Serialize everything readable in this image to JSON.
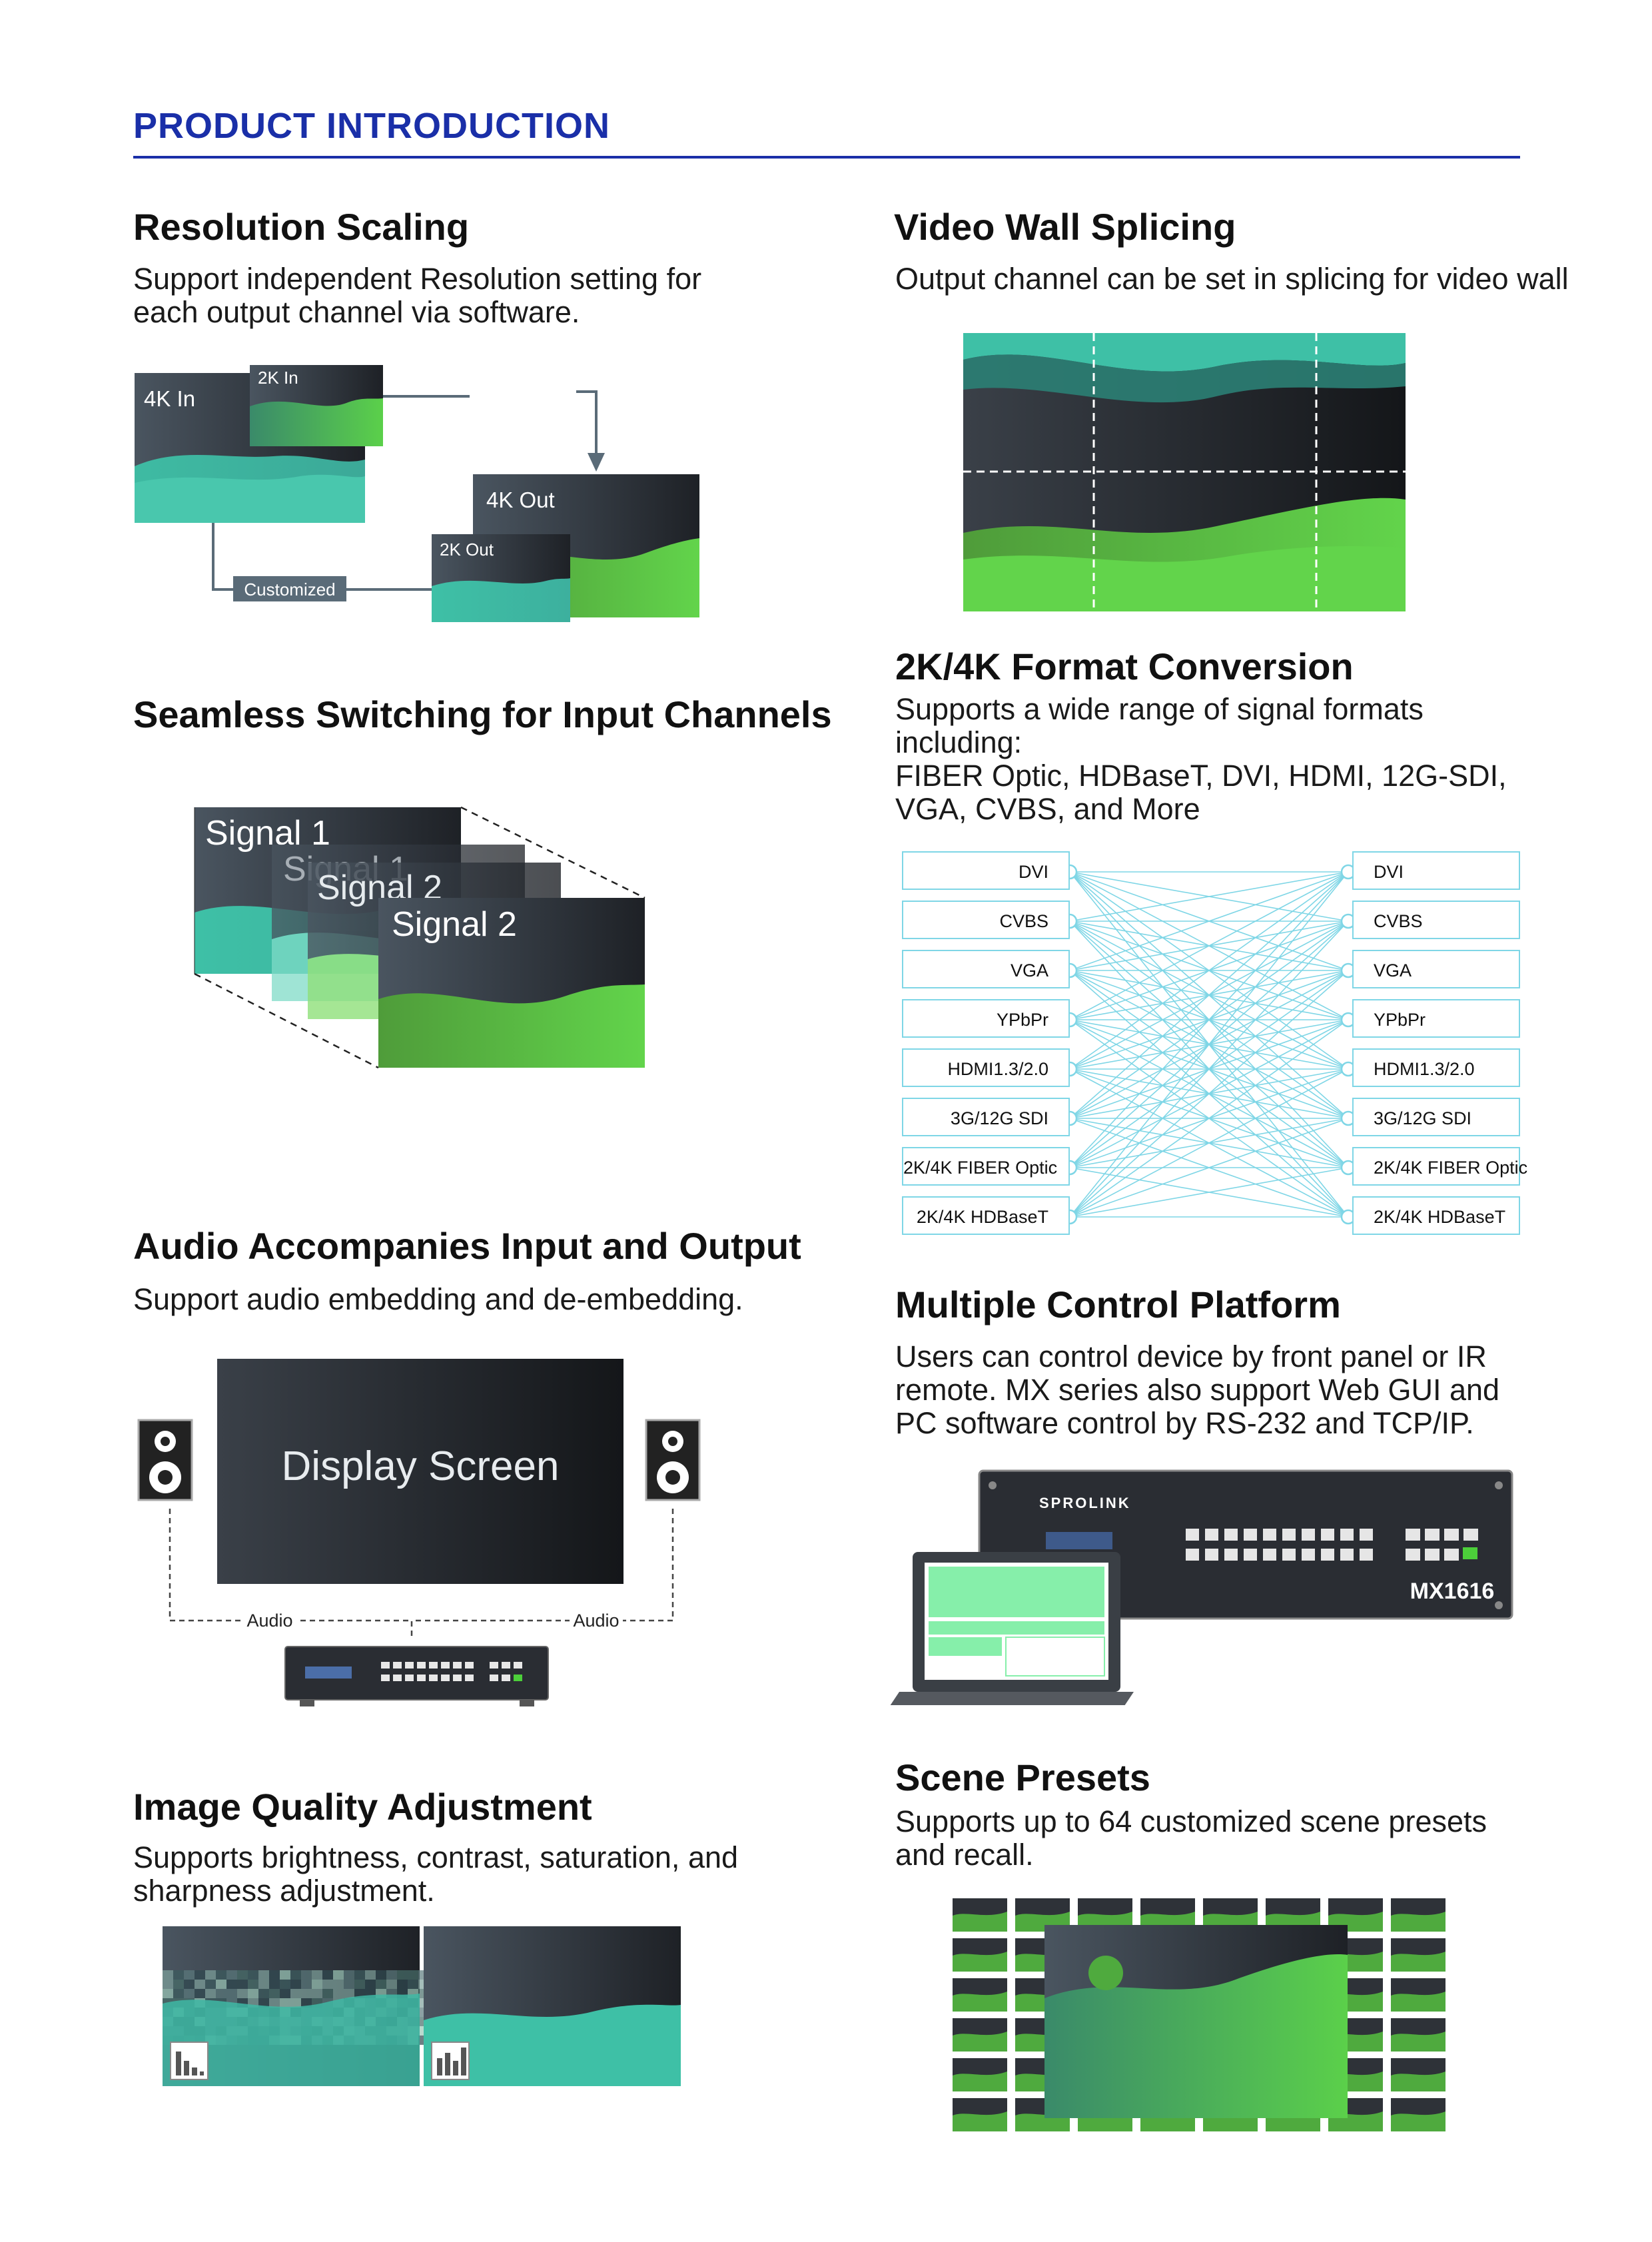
{
  "page": {
    "title": "PRODUCT INTRODUCTION"
  },
  "colors": {
    "accent": "#1a2fa8",
    "teal": "#3fbfa6",
    "green": "#5bd04a",
    "dark": "#2e3238"
  },
  "sections": {
    "resolution": {
      "title": "Resolution Scaling",
      "desc": [
        "Support independent Resolution setting for",
        "each output channel via software."
      ],
      "labels": {
        "in4k": "4K In",
        "in2k": "2K In",
        "out4k": "4K Out",
        "out2k": "2K Out",
        "custom": "Customized"
      }
    },
    "videowall": {
      "title": "Video Wall Splicing",
      "desc": [
        "Output channel can be set in splicing for video wall"
      ]
    },
    "seamless": {
      "title": "Seamless Switching for Input Channels",
      "signals": [
        "Signal 1",
        "Signal 1",
        "Signal 2",
        "Signal 2"
      ]
    },
    "format": {
      "title": "2K/4K Format Conversion",
      "desc": [
        "Supports a wide range of signal formats",
        "including:",
        "FIBER Optic, HDBaseT, DVI, HDMI, 12G-SDI,",
        "VGA, CVBS, and More"
      ],
      "inputs": [
        "DVI",
        "CVBS",
        "VGA",
        "YPbPr",
        "HDMI1.3/2.0",
        "3G/12G SDI",
        "2K/4K FIBER Optic",
        "2K/4K HDBaseT"
      ],
      "outputs": [
        "DVI",
        "CVBS",
        "VGA",
        "YPbPr",
        "HDMI1.3/2.0",
        "3G/12G SDI",
        "2K/4K FIBER Optic",
        "2K/4K HDBaseT"
      ]
    },
    "audio": {
      "title": "Audio Accompanies Input and Output",
      "desc": [
        "Support audio embedding and de-embedding."
      ],
      "screen": "Display Screen",
      "audio_left": "Audio",
      "audio_right": "Audio"
    },
    "control": {
      "title": "Multiple Control Platform",
      "desc": [
        "Users can control device by front panel or IR",
        "remote. MX series also support Web GUI and",
        "PC software control by RS-232 and TCP/IP."
      ],
      "brand": "SPROLINK",
      "model": "MX1616"
    },
    "quality": {
      "title": "Image Quality Adjustment",
      "desc": [
        "Supports brightness, contrast, saturation, and",
        "sharpness adjustment."
      ]
    },
    "scene": {
      "title": "Scene Presets",
      "desc": [
        "Supports up to 64 customized scene presets",
        "and recall."
      ]
    }
  }
}
